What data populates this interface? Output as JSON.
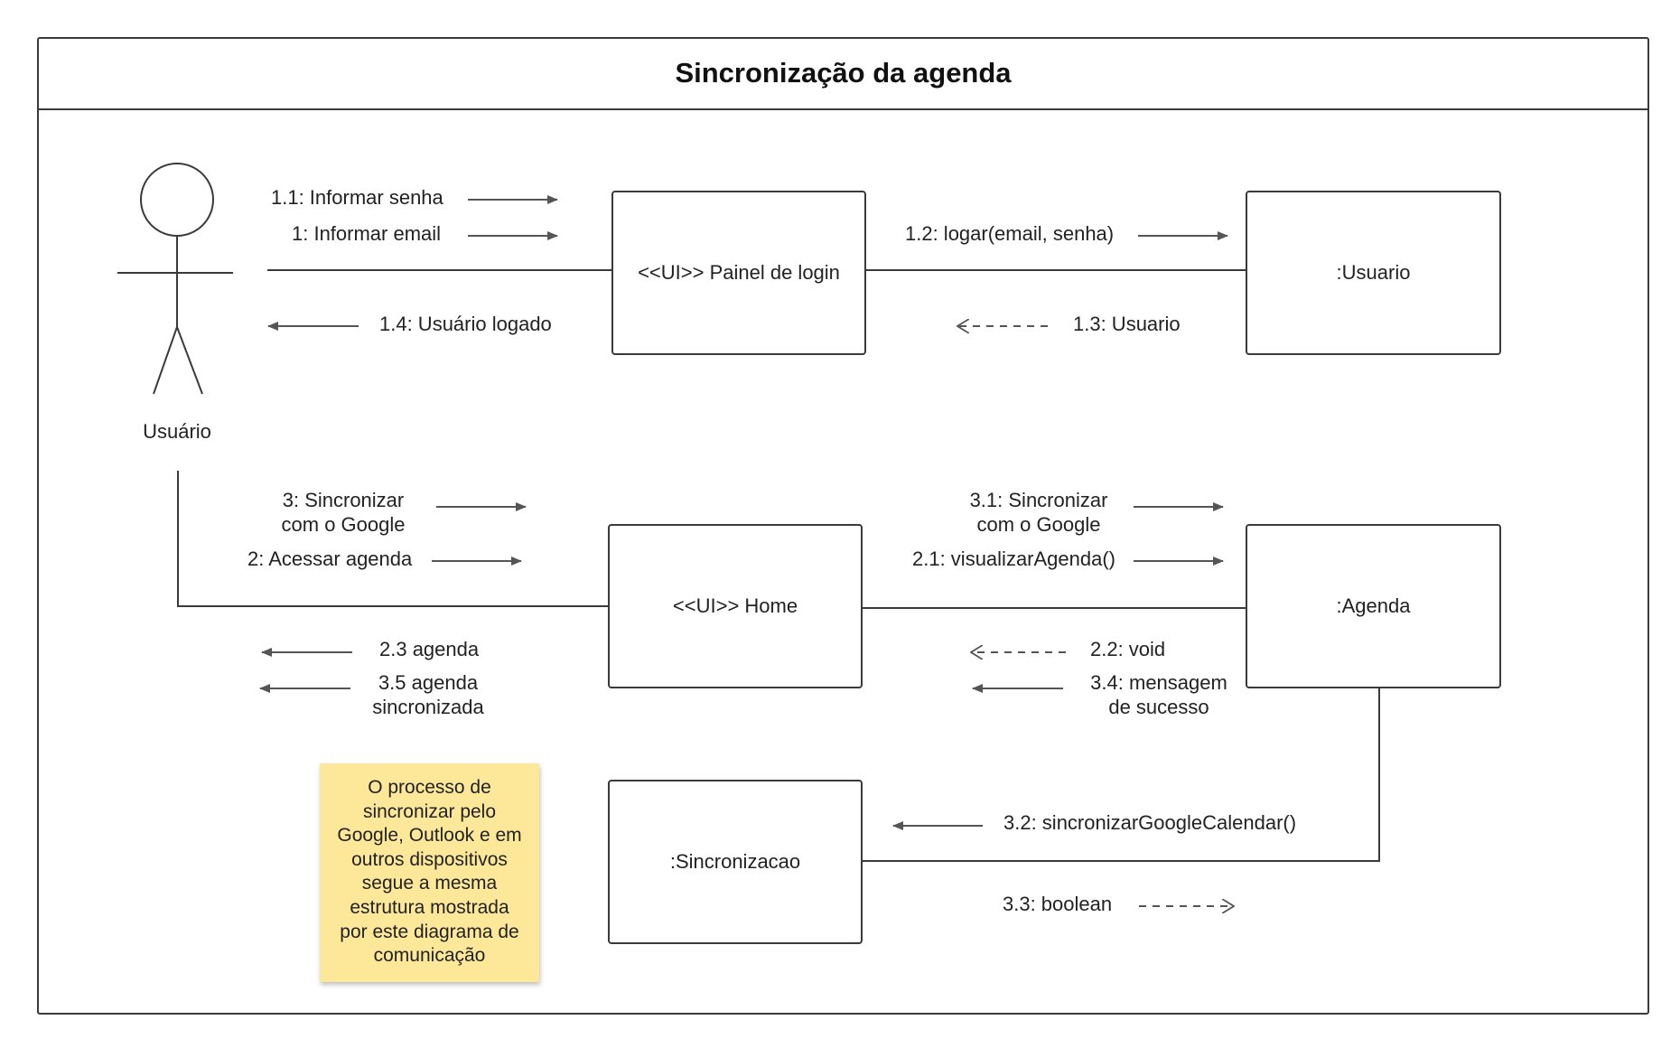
{
  "diagram": {
    "title": "Sincronização da agenda",
    "actor": {
      "name": "Usuário"
    },
    "objects": {
      "login_panel": "<<UI>> Painel de login",
      "usuario": ":Usuario",
      "home": "<<UI>> Home",
      "agenda": ":Agenda",
      "sincronizacao": ":Sincronizacao"
    },
    "messages": {
      "m1_1": "1.1: Informar senha",
      "m1": "1: Informar email",
      "m1_4": "1.4: Usuário logado",
      "m1_2": "1.2: logar(email, senha)",
      "m1_3": "1.3: Usuario",
      "m3": "3: Sincronizar\ncom o Google",
      "m2": "2: Acessar agenda",
      "m2_3": "2.3 agenda",
      "m3_5": "3.5 agenda\nsincronizada",
      "m3_1": "3.1: Sincronizar\ncom o Google",
      "m2_1": "2.1: visualizarAgenda()",
      "m2_2": "2.2: void",
      "m3_4": "3.4: mensagem\nde sucesso",
      "m3_2": "3.2: sincronizarGoogleCalendar()",
      "m3_3": "3.3: boolean"
    },
    "note": "O processo de\nsincronizar pelo\nGoogle, Outlook e em\noutros dispositivos\nsegue a mesma\nestrutura mostrada\npor este diagrama de\ncomunicação",
    "colors": {
      "line": "#3a3a3a",
      "note": "#fde89a"
    }
  }
}
